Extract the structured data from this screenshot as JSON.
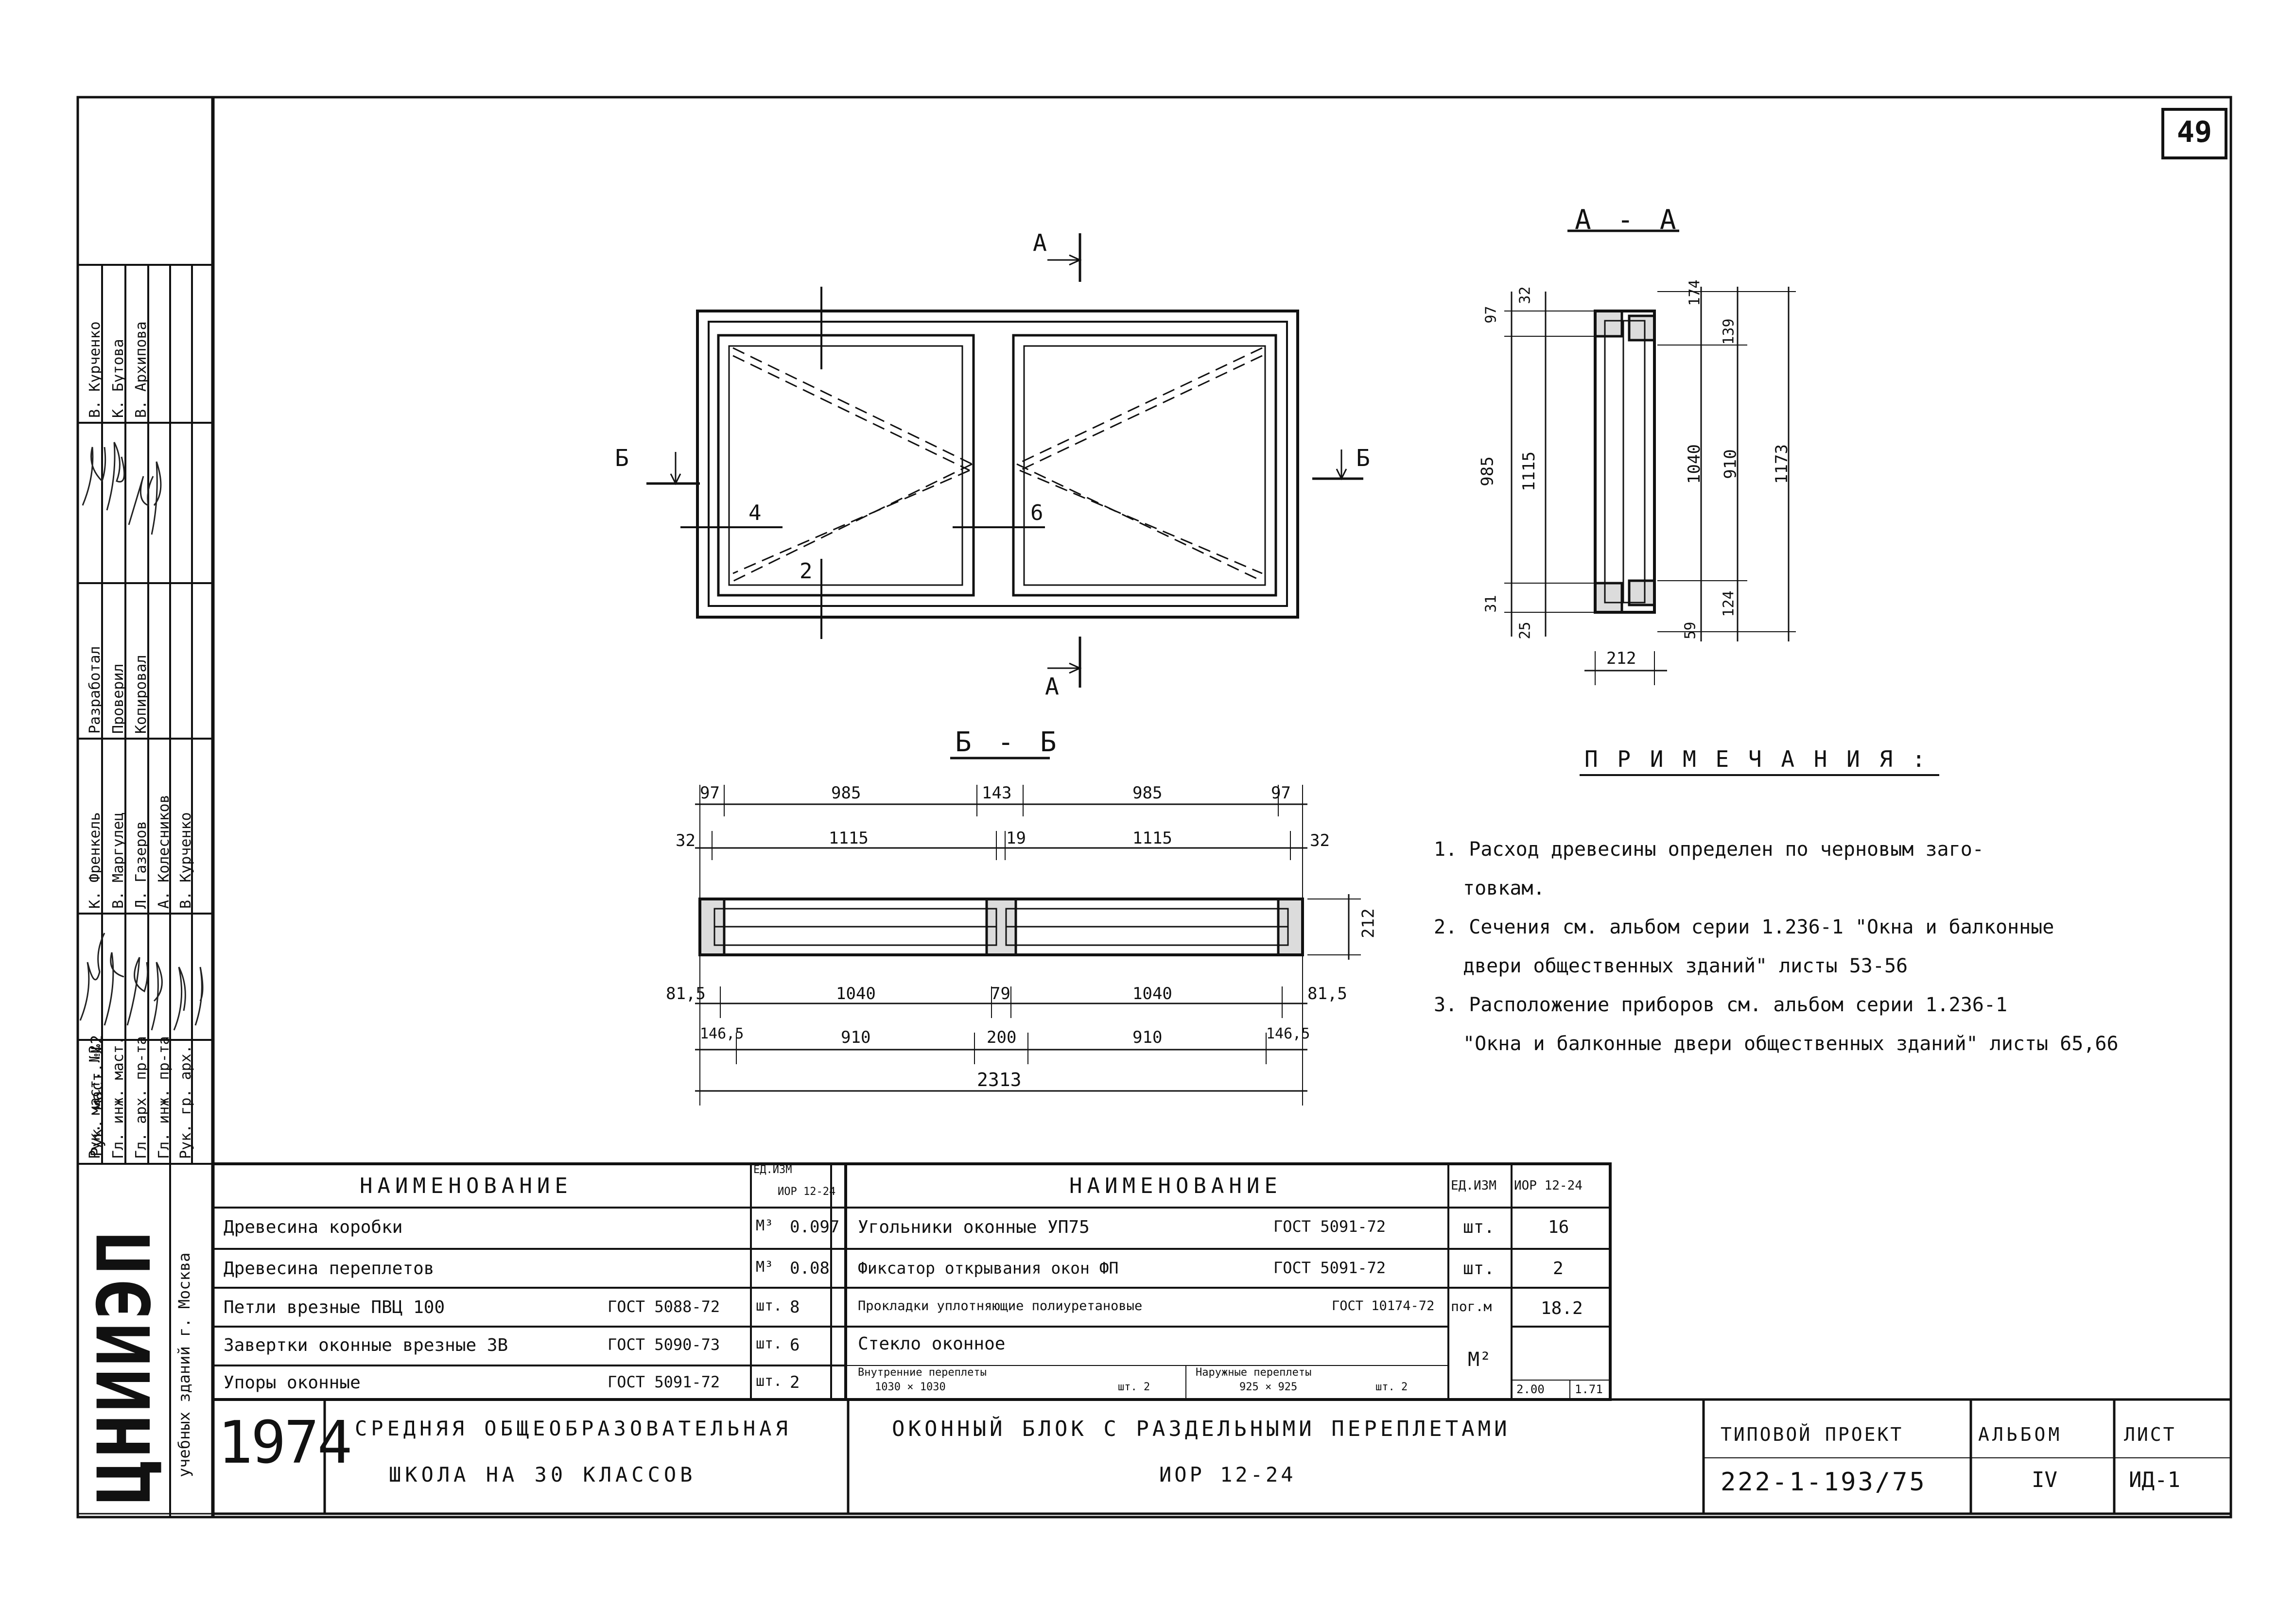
{
  "sheet_number": "49",
  "section_aa": {
    "title": "А - А",
    "dims": {
      "d97": "97",
      "d32": "32",
      "d985": "985",
      "d1115": "1115",
      "d31": "31",
      "d25": "25",
      "d174": "174",
      "d139": "139",
      "d1040": "1040",
      "d910": "910",
      "d1173": "1173",
      "d59": "59",
      "d124": "124",
      "d212": "212"
    }
  },
  "elevation": {
    "cut_a": "А",
    "cut_b": "Б",
    "sash_label_4": "4",
    "sash_label_6": "6",
    "sash_label_2": "2"
  },
  "section_bb": {
    "title": "Б - Б",
    "dims_row1": [
      "97",
      "985",
      "143",
      "985",
      "97"
    ],
    "dims_row2": [
      "32",
      "1115",
      "19",
      "1115",
      "32"
    ],
    "dims_row3": [
      "81,5",
      "1040",
      "79",
      "1040",
      "81,5"
    ],
    "dims_row4": [
      "146,5",
      "910",
      "200",
      "910",
      "146,5"
    ],
    "overall": "2313",
    "height": "212"
  },
  "notes": {
    "title": "П Р И М Е Ч А Н И Я :",
    "lines": [
      "1. Расход древесины определен по черновым заго-",
      "товкам.",
      "2. Сечения см. альбом серии 1.236-1 \"Окна и балконные",
      "двери общественных зданий\" листы 53-56",
      "3. Расположение приборов см. альбом серии 1.236-1",
      "\"Окна и балконные двери общественных зданий\" листы 65,66"
    ]
  },
  "stamp_left": {
    "roles": [
      "Рук. маст. №2",
      "Гл. инж. маст.",
      "Гл. арх. пр-та",
      "Гл. инж. пр-та",
      "Рук. гр. арх."
    ],
    "names": [
      "К. Френкель",
      "В. Маргулец",
      "Л. Газеров",
      "А. Колесников",
      "В. Курченко"
    ],
    "roles2": [
      "Разработал",
      "Проверил",
      "Копировал"
    ],
    "names2": [
      "В. Курченко",
      "К. Бутова",
      "В. Архипова"
    ],
    "org": "ЦНИИЭП",
    "org_sub": "учебных зданий г. Москва",
    "year": "1974"
  },
  "spec_table": {
    "headers": [
      "НАИМЕНОВАНИЕ",
      "ЕД.ИЗМ",
      "ИОР 12-24",
      "НАИМЕНОВАНИЕ",
      "ЕД.ИЗМ",
      "ИОР 12-24"
    ],
    "left_rows": [
      {
        "name": "Древесина коробки",
        "gost": "",
        "unit": "М³",
        "qty": "0.097"
      },
      {
        "name": "Древесина переплетов",
        "gost": "",
        "unit": "М³",
        "qty": "0.08"
      },
      {
        "name": "Петли врезные ПВЦ 100",
        "gost": "ГОСТ 5088-72",
        "unit": "шт.",
        "qty": "8"
      },
      {
        "name": "Завертки оконные врезные ЗВ",
        "gost": "ГОСТ 5090-73",
        "unit": "шт.",
        "qty": "6"
      },
      {
        "name": "Упоры оконные",
        "gost": "ГОСТ 5091-72",
        "unit": "шт.",
        "qty": "2"
      }
    ],
    "right_rows": [
      {
        "name": "Угольники оконные УП75",
        "gost": "ГОСТ 5091-72",
        "unit": "шт.",
        "qty": "16"
      },
      {
        "name": "Фиксатор открывания окон ФП",
        "gost": "ГОСТ 5091-72",
        "unit": "шт.",
        "qty": "2"
      },
      {
        "name": "Прокладки уплотняющие полиуретановые",
        "gost": "ГОСТ 10174-72",
        "unit": "пог.м",
        "qty": "18.2"
      }
    ],
    "glass": {
      "name": "Стекло оконное",
      "inner_label": "Внутренние переплеты",
      "inner_size": "1030 × 1030",
      "inner_count": "шт. 2",
      "outer_label": "Наружные переплеты",
      "outer_size": "925 × 925",
      "outer_count": "шт. 2",
      "unit": "М²",
      "qty_a": "2.00",
      "qty_b": "1.71"
    }
  },
  "title_block": {
    "object_line1": "СРЕДНЯЯ ОБЩЕОБРАЗОВАТЕЛЬНАЯ",
    "object_line2": "ШКОЛА НА 30 КЛАССОВ",
    "drawing_line1": "ОКОННЫЙ БЛОК С РАЗДЕЛЬНЫМИ ПЕРЕПЛЕТАМИ",
    "drawing_line2": "ИОР 12-24",
    "project_label": "ТИПОВОЙ ПРОЕКТ",
    "project_value": "222-1-193/75",
    "album_label": "АЛЬБОМ",
    "album_value": "IV",
    "sheet_label": "ЛИСТ",
    "sheet_value": "ИД-1"
  }
}
